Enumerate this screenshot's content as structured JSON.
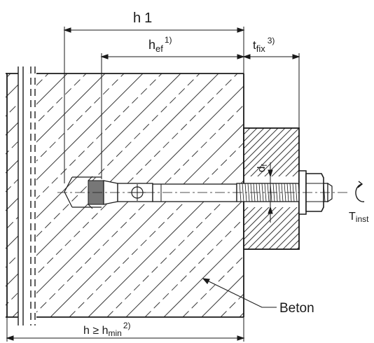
{
  "labels": {
    "h1": {
      "main": "h",
      "sub": "1"
    },
    "hef": {
      "main": "h",
      "sub": "ef",
      "sup": "1)"
    },
    "tfix": {
      "main": "t",
      "sub": "fix",
      "sup": "3)"
    },
    "df": {
      "main": "d",
      "sub": "f"
    },
    "tinst": {
      "main": "T",
      "sub": "inst"
    },
    "beton": "Beton",
    "hmin": {
      "main": "h ≥ h",
      "sub": "min",
      "sup": "2)"
    }
  },
  "colors": {
    "line": "#1a1a1a",
    "hatch": "#3a3a3a",
    "background": "#ffffff"
  },
  "icons": {
    "torque": "rotation-arrow-icon"
  }
}
